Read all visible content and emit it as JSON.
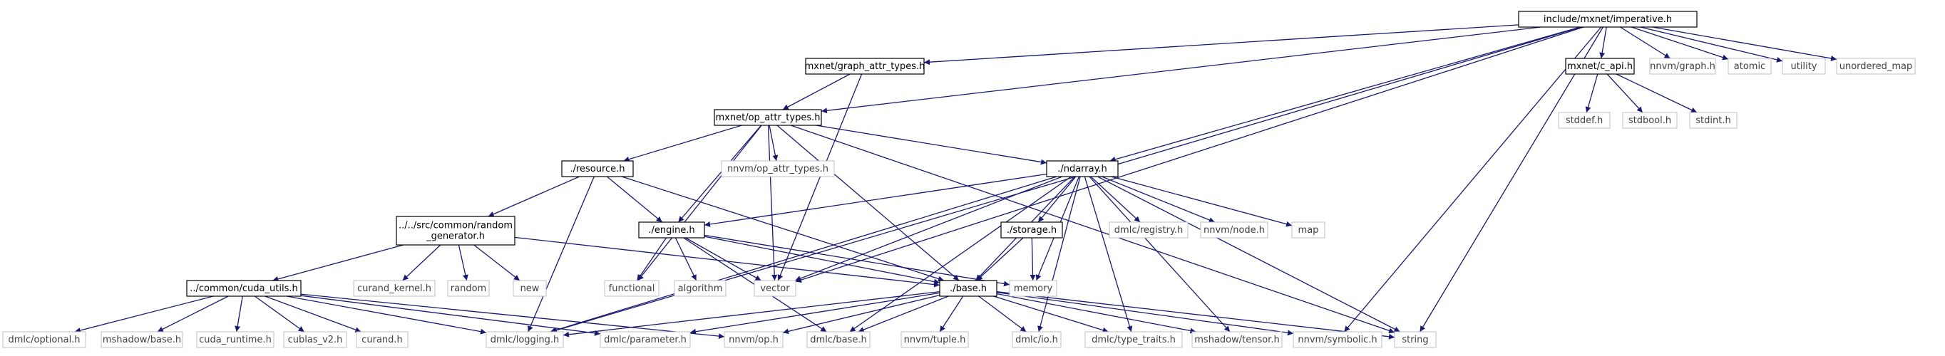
{
  "colors": {
    "edge": "#191970",
    "root_fill": "#bfbfbf",
    "box_border": "#000000",
    "ext_border": "#bfbfbf",
    "ext_text": "#404040"
  },
  "root_label": "include/mxnet/imperative.h",
  "nodes": [
    {
      "id": "imperative",
      "label": "include/mxnet/imperative.h",
      "kind": "root"
    },
    {
      "id": "graph_attr",
      "label": "mxnet/graph_attr_types.h",
      "kind": "internal"
    },
    {
      "id": "c_api",
      "label": "mxnet/c_api.h",
      "kind": "internal"
    },
    {
      "id": "nnvm_graph",
      "label": "nnvm/graph.h",
      "kind": "external"
    },
    {
      "id": "atomic",
      "label": "atomic",
      "kind": "external"
    },
    {
      "id": "utility",
      "label": "utility",
      "kind": "external"
    },
    {
      "id": "unordered_map",
      "label": "unordered_map",
      "kind": "external"
    },
    {
      "id": "op_attr",
      "label": "mxnet/op_attr_types.h",
      "kind": "internal"
    },
    {
      "id": "stddef",
      "label": "stddef.h",
      "kind": "external"
    },
    {
      "id": "stdbool",
      "label": "stdbool.h",
      "kind": "external"
    },
    {
      "id": "stdint",
      "label": "stdint.h",
      "kind": "external"
    },
    {
      "id": "resource",
      "label": "./resource.h",
      "kind": "internal"
    },
    {
      "id": "nnvm_op_attr",
      "label": "nnvm/op_attr_types.h",
      "kind": "external"
    },
    {
      "id": "ndarray",
      "label": "./ndarray.h",
      "kind": "internal"
    },
    {
      "id": "random_gen",
      "label": "../../src/common/random\n_generator.h",
      "kind": "internal"
    },
    {
      "id": "engine",
      "label": "./engine.h",
      "kind": "internal"
    },
    {
      "id": "storage",
      "label": "./storage.h",
      "kind": "internal"
    },
    {
      "id": "dmlc_registry",
      "label": "dmlc/registry.h",
      "kind": "external"
    },
    {
      "id": "nnvm_node",
      "label": "nnvm/node.h",
      "kind": "external"
    },
    {
      "id": "map",
      "label": "map",
      "kind": "external"
    },
    {
      "id": "cuda_utils",
      "label": "../common/cuda_utils.h",
      "kind": "internal"
    },
    {
      "id": "curand_kernel",
      "label": "curand_kernel.h",
      "kind": "external"
    },
    {
      "id": "random",
      "label": "random",
      "kind": "external"
    },
    {
      "id": "new",
      "label": "new",
      "kind": "external"
    },
    {
      "id": "functional",
      "label": "functional",
      "kind": "external"
    },
    {
      "id": "algorithm",
      "label": "algorithm",
      "kind": "external"
    },
    {
      "id": "vector",
      "label": "vector",
      "kind": "external"
    },
    {
      "id": "base",
      "label": "./base.h",
      "kind": "internal"
    },
    {
      "id": "memory",
      "label": "memory",
      "kind": "external"
    },
    {
      "id": "dmlc_optional",
      "label": "dmlc/optional.h",
      "kind": "external"
    },
    {
      "id": "mshadow_base",
      "label": "mshadow/base.h",
      "kind": "external"
    },
    {
      "id": "cuda_runtime",
      "label": "cuda_runtime.h",
      "kind": "external"
    },
    {
      "id": "cublas",
      "label": "cublas_v2.h",
      "kind": "external"
    },
    {
      "id": "curand",
      "label": "curand.h",
      "kind": "external"
    },
    {
      "id": "dmlc_logging",
      "label": "dmlc/logging.h",
      "kind": "external"
    },
    {
      "id": "dmlc_parameter",
      "label": "dmlc/parameter.h",
      "kind": "external"
    },
    {
      "id": "nnvm_op",
      "label": "nnvm/op.h",
      "kind": "external"
    },
    {
      "id": "dmlc_base",
      "label": "dmlc/base.h",
      "kind": "external"
    },
    {
      "id": "nnvm_tuple",
      "label": "nnvm/tuple.h",
      "kind": "external"
    },
    {
      "id": "dmlc_io",
      "label": "dmlc/io.h",
      "kind": "external"
    },
    {
      "id": "dmlc_type_traits",
      "label": "dmlc/type_traits.h",
      "kind": "external"
    },
    {
      "id": "mshadow_tensor",
      "label": "mshadow/tensor.h",
      "kind": "external"
    },
    {
      "id": "nnvm_symbolic",
      "label": "nnvm/symbolic.h",
      "kind": "external"
    },
    {
      "id": "string",
      "label": "string",
      "kind": "external"
    }
  ],
  "edges": [
    [
      "imperative",
      "graph_attr"
    ],
    [
      "imperative",
      "c_api"
    ],
    [
      "imperative",
      "nnvm_graph"
    ],
    [
      "imperative",
      "atomic"
    ],
    [
      "imperative",
      "utility"
    ],
    [
      "imperative",
      "unordered_map"
    ],
    [
      "imperative",
      "op_attr"
    ],
    [
      "imperative",
      "ndarray"
    ],
    [
      "imperative",
      "vector"
    ],
    [
      "imperative",
      "dmlc_logging"
    ],
    [
      "imperative",
      "nnvm_symbolic"
    ],
    [
      "imperative",
      "string"
    ],
    [
      "graph_attr",
      "op_attr"
    ],
    [
      "graph_attr",
      "vector"
    ],
    [
      "c_api",
      "stddef"
    ],
    [
      "c_api",
      "stdbool"
    ],
    [
      "c_api",
      "stdint"
    ],
    [
      "op_attr",
      "resource"
    ],
    [
      "op_attr",
      "nnvm_op_attr"
    ],
    [
      "op_attr",
      "ndarray"
    ],
    [
      "op_attr",
      "engine"
    ],
    [
      "op_attr",
      "functional"
    ],
    [
      "op_attr",
      "vector"
    ],
    [
      "op_attr",
      "base"
    ],
    [
      "op_attr",
      "string"
    ],
    [
      "resource",
      "random_gen"
    ],
    [
      "resource",
      "engine"
    ],
    [
      "resource",
      "base"
    ],
    [
      "resource",
      "dmlc_logging"
    ],
    [
      "ndarray",
      "engine"
    ],
    [
      "ndarray",
      "storage"
    ],
    [
      "ndarray",
      "dmlc_registry"
    ],
    [
      "ndarray",
      "nnvm_node"
    ],
    [
      "ndarray",
      "map"
    ],
    [
      "ndarray",
      "memory"
    ],
    [
      "ndarray",
      "vector"
    ],
    [
      "ndarray",
      "base"
    ],
    [
      "ndarray",
      "dmlc_logging"
    ],
    [
      "ndarray",
      "dmlc_base"
    ],
    [
      "ndarray",
      "dmlc_io"
    ],
    [
      "ndarray",
      "dmlc_type_traits"
    ],
    [
      "ndarray",
      "mshadow_tensor"
    ],
    [
      "ndarray",
      "string"
    ],
    [
      "random_gen",
      "cuda_utils"
    ],
    [
      "random_gen",
      "curand_kernel"
    ],
    [
      "random_gen",
      "random"
    ],
    [
      "random_gen",
      "new"
    ],
    [
      "random_gen",
      "base"
    ],
    [
      "engine",
      "functional"
    ],
    [
      "engine",
      "algorithm"
    ],
    [
      "engine",
      "vector"
    ],
    [
      "engine",
      "base"
    ],
    [
      "engine",
      "memory"
    ],
    [
      "engine",
      "dmlc_base"
    ],
    [
      "storage",
      "memory"
    ],
    [
      "storage",
      "base"
    ],
    [
      "cuda_utils",
      "dmlc_optional"
    ],
    [
      "cuda_utils",
      "mshadow_base"
    ],
    [
      "cuda_utils",
      "cuda_runtime"
    ],
    [
      "cuda_utils",
      "cublas"
    ],
    [
      "cuda_utils",
      "curand"
    ],
    [
      "cuda_utils",
      "dmlc_logging"
    ],
    [
      "cuda_utils",
      "dmlc_parameter"
    ],
    [
      "cuda_utils",
      "nnvm_op"
    ],
    [
      "base",
      "dmlc_logging"
    ],
    [
      "base",
      "dmlc_parameter"
    ],
    [
      "base",
      "nnvm_op"
    ],
    [
      "base",
      "dmlc_base"
    ],
    [
      "base",
      "nnvm_tuple"
    ],
    [
      "base",
      "dmlc_io"
    ],
    [
      "base",
      "dmlc_type_traits"
    ],
    [
      "base",
      "mshadow_tensor"
    ],
    [
      "base",
      "nnvm_symbolic"
    ],
    [
      "base",
      "string"
    ]
  ]
}
